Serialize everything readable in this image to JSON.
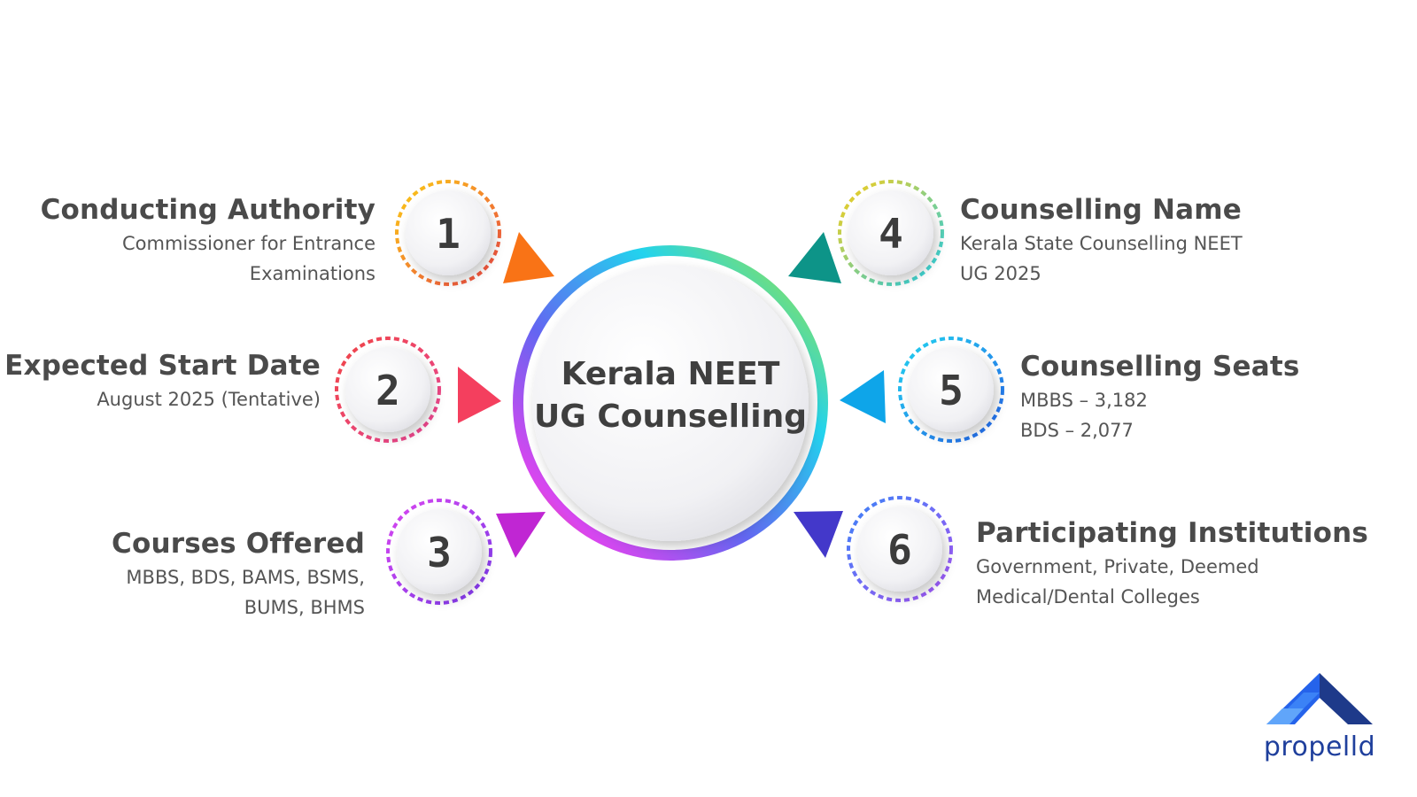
{
  "center": {
    "line1": "Kerala NEET",
    "line2": "UG Counselling"
  },
  "items": [
    {
      "number": "1",
      "title": "Conducting Authority",
      "desc_lines": [
        "Commissioner for Entrance",
        "Examinations"
      ],
      "color": "#f97316"
    },
    {
      "number": "2",
      "title": "Expected Start Date",
      "desc_lines": [
        "August 2025 (Tentative)"
      ],
      "color": "#f43f5e"
    },
    {
      "number": "3",
      "title": "Courses Offered",
      "desc_lines": [
        "MBBS, BDS, BAMS, BSMS,",
        "BUMS, BHMS"
      ],
      "color": "#c026d3"
    },
    {
      "number": "4",
      "title": "Counselling Name",
      "desc_lines": [
        "Kerala State Counselling NEET",
        "UG 2025"
      ],
      "color": "#0d9488"
    },
    {
      "number": "5",
      "title": "Counselling Seats",
      "desc_lines": [
        "MBBS – 3,182",
        "BDS – 2,077"
      ],
      "color": "#0ea5e9"
    },
    {
      "number": "6",
      "title": "Participating Institutions",
      "desc_lines": [
        "Government, Private, Deemed",
        "Medical/Dental Colleges"
      ],
      "color": "#4338ca"
    }
  ],
  "logo": {
    "name": "propelld",
    "color": "#1f3f9c"
  }
}
